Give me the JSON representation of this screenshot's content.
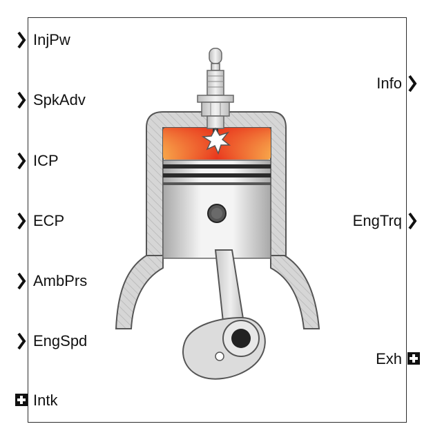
{
  "block": {
    "inputs": [
      {
        "label": "InjPw",
        "kind": "signal"
      },
      {
        "label": "SpkAdv",
        "kind": "signal"
      },
      {
        "label": "ICP",
        "kind": "signal"
      },
      {
        "label": "ECP",
        "kind": "signal"
      },
      {
        "label": "AmbPrs",
        "kind": "signal"
      },
      {
        "label": "EngSpd",
        "kind": "signal"
      }
    ],
    "outputs": [
      {
        "label": "Info",
        "kind": "signal"
      },
      {
        "label": "EngTrq",
        "kind": "signal"
      }
    ],
    "physical_left": {
      "label": "Intk",
      "kind": "physical-port"
    },
    "physical_right": {
      "label": "Exh",
      "kind": "physical-port"
    }
  },
  "icons": {
    "signal_port": "chevron-right-icon",
    "physical_port": "conserving-port-icon",
    "engine": "piston-engine-icon"
  },
  "colors": {
    "combustion_hot": "#e8341c",
    "combustion_warm": "#f7a54a",
    "metal_light": "#eeeeee",
    "metal_dark": "#9a9a9a",
    "outline": "#555555"
  }
}
